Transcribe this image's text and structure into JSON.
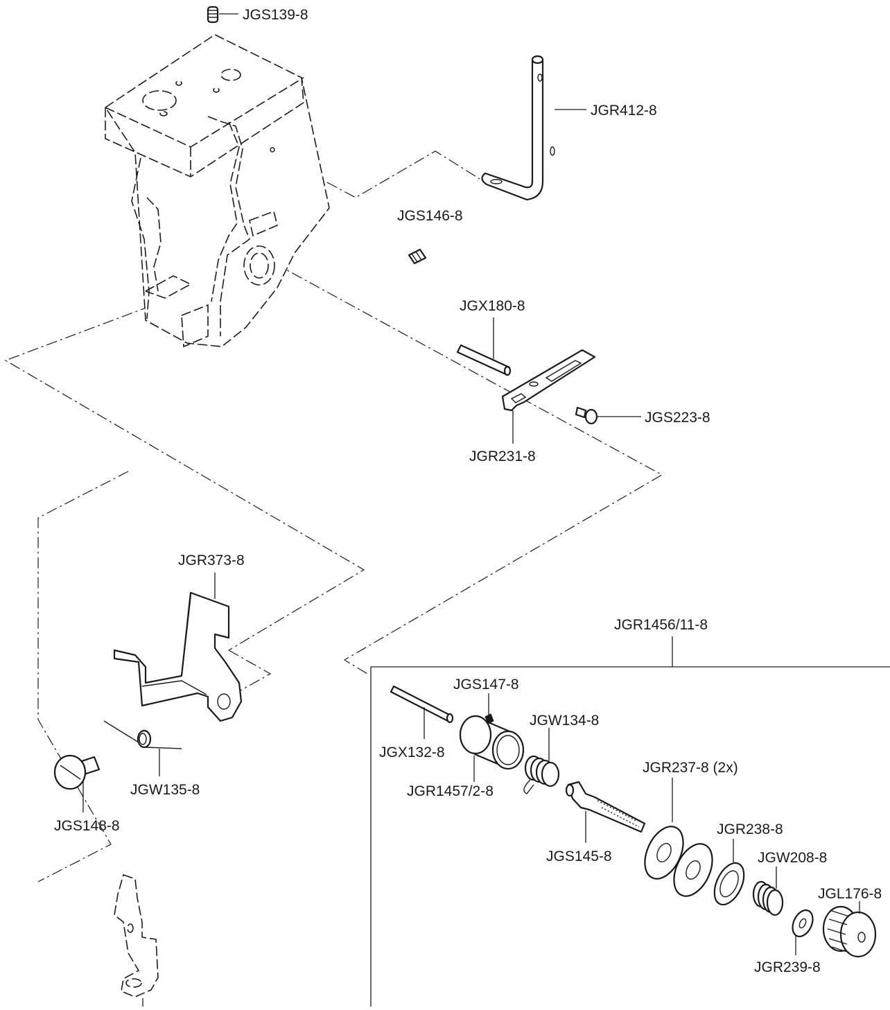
{
  "diagram": {
    "labels": {
      "jgs139": "JGS139-8",
      "jgr412": "JGR412-8",
      "jgs146": "JGS146-8",
      "jgx180": "JGX180-8",
      "jgs223": "JGS223-8",
      "jgr231": "JGR231-8",
      "jgr373": "JGR373-8",
      "jgw135": "JGW135-8",
      "jgs148": "JGS148-8",
      "jgr1456": "JGR1456/11-8",
      "jgs147": "JGS147-8",
      "jgw134": "JGW134-8",
      "jgx132": "JGX132-8",
      "jgr1457": "JGR1457/2-8",
      "jgr237": "JGR237-8 (2x)",
      "jgs145": "JGS145-8",
      "jgr238": "JGR238-8",
      "jgw208": "JGW208-8",
      "jgl176": "JGL176-8",
      "jgr239": "JGR239-8"
    }
  }
}
